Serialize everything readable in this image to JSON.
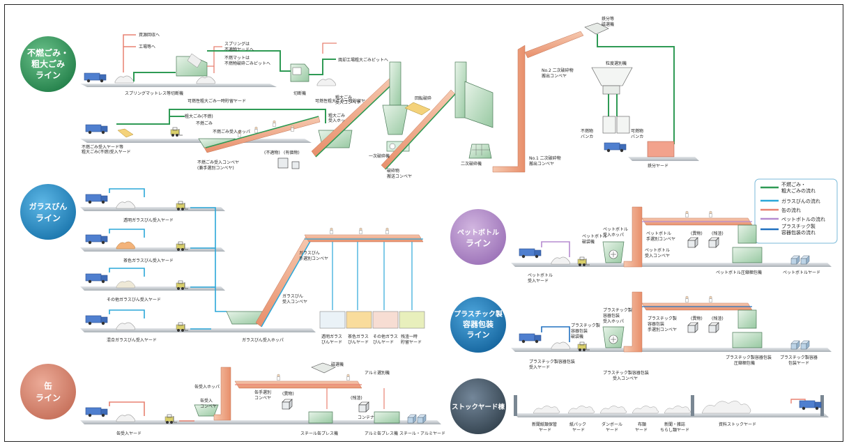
{
  "lines": {
    "funen": {
      "label1": "不燃ごみ・",
      "label2": "粗大ごみ",
      "label3": "ライン",
      "color": "#2e9a54"
    },
    "glass": {
      "label1": "ガラスびん",
      "label2": "ライン",
      "color": "#2a8fc9"
    },
    "can": {
      "label1": "缶",
      "label2": "ライン",
      "color": "#d08872"
    },
    "pet": {
      "label1": "ペットボトル",
      "label2": "ライン",
      "color": "#b38cc8"
    },
    "plastic": {
      "label1": "プラスチック製",
      "label2": "容器包装",
      "label3": "ライン",
      "color": "#1f86c4"
    },
    "stock": {
      "label1": "ストックヤード棟",
      "color": "#4a5b6b"
    }
  },
  "legend": {
    "items": [
      {
        "text": "不燃ごみ・",
        "text2": "粗大ごみの流れ",
        "color": "#2e9a54"
      },
      {
        "text": "ガラスびんの流れ",
        "color": "#2aa7d9"
      },
      {
        "text": "缶の流れ",
        "color": "#e88070"
      },
      {
        "text": "ペットボトルの流れ",
        "color": "#b58bd0"
      },
      {
        "text": "プラスチック製",
        "text2": "容器包装の流れ",
        "color": "#2070c0"
      }
    ]
  },
  "labels": {
    "f_resource": "資源回収へ",
    "f_kojo": "工場等へ",
    "f_spring1": "スプリングは",
    "f_spring2": "不適物ヤードへ",
    "f_mat1": "不燃マットは",
    "f_mat2": "不燃物破砕ごみピットへ",
    "f_mattress_machine": "スプリングマットレス等切断機",
    "f_yard_large": "可燃性粗大ごみ一時貯留ヤード",
    "f_cutter": "切断機",
    "f_yard_large2": "可燃性粗大ごみ一時貯留ヤード",
    "f_pit": "焼却工場粗大ごみピットへ",
    "f_sodai": "粗大ごみ(不燃)",
    "f_hopper": "不燃ごみ受入ホッパ",
    "f_funen": "不燃ごみ",
    "f_accept_yard1": "不燃ごみ受入ヤード等",
    "f_accept_yard2": "粗大ごみ(不燃)受入ヤード",
    "f_conv1": "不燃ごみ受入コンベヤ",
    "f_conv2": "(兼手選別コンベヤ)",
    "f_futeki": "(不適物)",
    "f_yugai": "(有価物)",
    "f_sodai_hopper1": "粗大ごみ",
    "f_sodai_hopper2": "受入ホッパ",
    "f_sodai_conv1": "粗大ごみ",
    "f_sodai_conv2": "受入コンベヤ",
    "f_primary": "一次破砕機",
    "f_crush_conv1": "破砕物",
    "f_crush_conv2": "搬送コンベヤ",
    "f_secondary": "二次破砕機",
    "f_rotation": "回転破砕",
    "f_no1_a": "No.1 二次破砕物",
    "f_no1_b": "搬出コンベヤ",
    "f_no2_a": "No.2 二次破砕物",
    "f_no2_b": "搬出コンベヤ",
    "f_iron1": "鉄分等",
    "f_iron2": "磁選機",
    "f_sorter": "粒度選別機",
    "f_bunker_f1": "不燃物",
    "f_bunker_f2": "バンカ",
    "f_bunker_k1": "可燃物",
    "f_bunker_k2": "バンカ",
    "f_iron_yard": "鉄分ヤード",
    "g_clear": "透明ガラスびん受入ヤード",
    "g_brown": "茶色ガラスびん受入ヤード",
    "g_other": "その他ガラスびん受入ヤード",
    "g_mixed": "混合ガラスびん受入ヤード",
    "g_hopper": "ガラスびん受入ホッパ",
    "g_conv1": "ガラスびん",
    "g_conv2": "受入コンベヤ",
    "g_hand1": "ガラスびん",
    "g_hand2": "手選別コンベヤ",
    "g_y1a": "透明ガラス",
    "g_y1b": "びんヤード",
    "g_y2a": "茶色ガラス",
    "g_y2b": "びんヤード",
    "g_y3a": "その他ガラス",
    "g_y3b": "びんヤード",
    "g_y4a": "残渣一時",
    "g_y4b": "貯留ヤード",
    "c_hopper": "缶受入ホッパ",
    "c_conv1": "缶受入",
    "c_conv2": "コンベヤ",
    "c_hand1": "缶手選別",
    "c_hand2": "コンベヤ",
    "c_yugai": "(異物)",
    "c_futeki": "(残渣)",
    "c_magnet": "磁選機",
    "c_al": "アルミ選別機",
    "c_container": "コンテナ",
    "c_yard": "缶受入ヤード",
    "c_press_steel": "スチール缶プレス機",
    "c_press_al": "アルミ缶プレス機",
    "c_yard_out": "スチール・アルミヤード",
    "p_hopper1": "ペットボトル",
    "p_hopper2": "受入ホッパ",
    "p_breaker1": "ペットボトル",
    "p_breaker2": "破袋機",
    "p_hand1": "ペットボトル",
    "p_hand2": "手選別コンベヤ",
    "p_accept1": "ペットボトル",
    "p_accept2": "受入コンベヤ",
    "p_yugai": "(異物)",
    "p_futeki": "(残渣)",
    "p_yard_in1": "ペットボトル",
    "p_yard_in2": "受入ヤード",
    "p_press": "ペットボトル圧縮梱包機",
    "p_yard_out": "ペットボトルヤード",
    "pl_breaker1": "プラスチック製",
    "pl_breaker2": "容器包装",
    "pl_breaker3": "破袋機",
    "pl_hopper1": "プラスチック製",
    "pl_hopper2": "容器包装",
    "pl_hopper3": "受入ホッパ",
    "pl_hand1": "プラスチック製",
    "pl_hand2": "容器包装",
    "pl_hand3": "手選別コンベヤ",
    "pl_yugai": "(異物)",
    "pl_futeki": "(残渣)",
    "pl_yard_in1": "プラスチック製容器包装",
    "pl_yard_in2": "受入ヤード",
    "pl_accept1": "プラスチック製容器包装",
    "pl_accept2": "受入コンベヤ",
    "pl_press1": "プラスチック製容器包装",
    "pl_press2": "圧縮梱包機",
    "pl_yard_out1": "プラスチック製容器",
    "pl_yard_out2": "包装ヤード",
    "s_y1a": "新聞紙類保管",
    "s_y1b": "ヤード",
    "s_y2a": "紙パック",
    "s_y2b": "ヤード",
    "s_y3a": "ダンボール",
    "s_y3b": "ヤード",
    "s_y4a": "布類",
    "s_y4b": "ヤード",
    "s_y5a": "新聞・雑誌",
    "s_y5b": "ちらし類ヤード",
    "s_y6": "資料ストックヤード"
  }
}
